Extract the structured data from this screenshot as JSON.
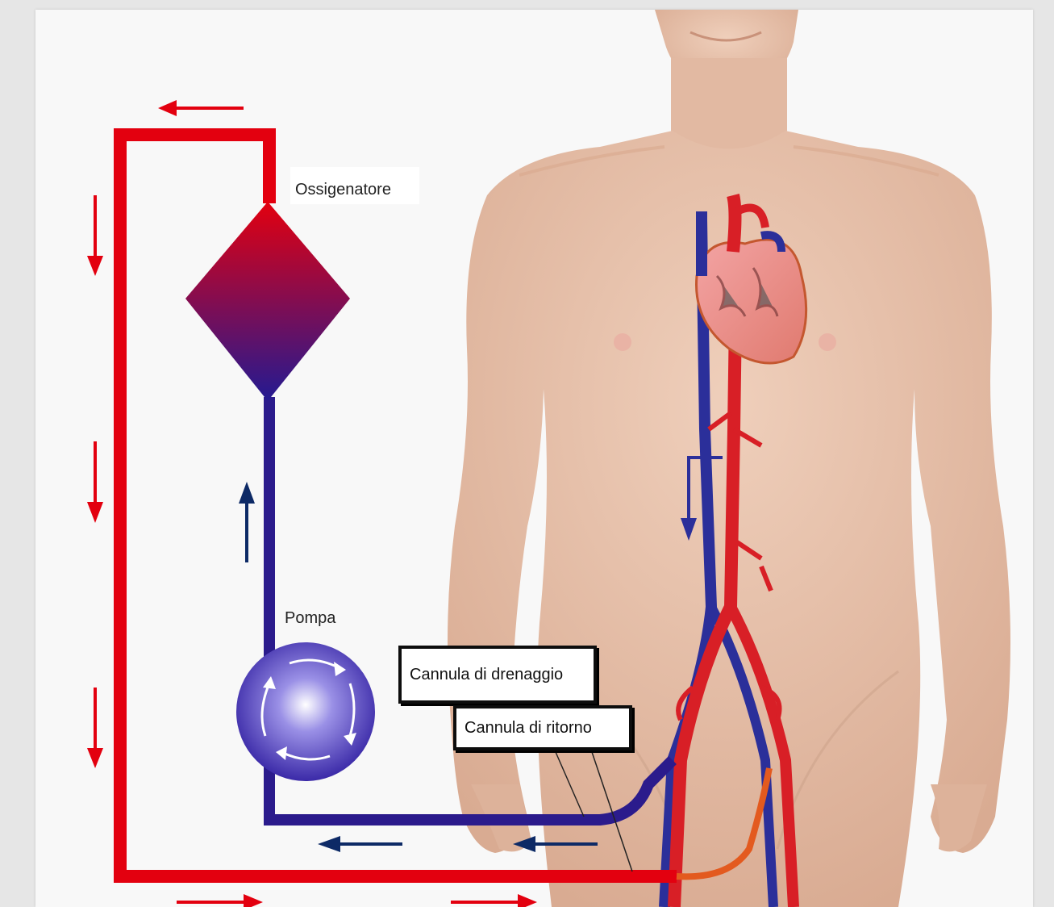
{
  "labels": {
    "oxygenator": "Ossigenatore",
    "pump": "Pompa",
    "drainage_cannula": "Cannula di drenaggio",
    "return_cannula": "Cannula di ritorno"
  },
  "colors": {
    "oxygenated": "#e3000f",
    "deoxygenated": "#2b1b8c",
    "arrow_blue": "#0d2a66",
    "skin": "#e5c0a8"
  },
  "flow": {
    "oxygenated_direction": "pump → oxygenator → return cannula → artery",
    "deoxygenated_direction": "vein → drainage cannula → pump"
  }
}
